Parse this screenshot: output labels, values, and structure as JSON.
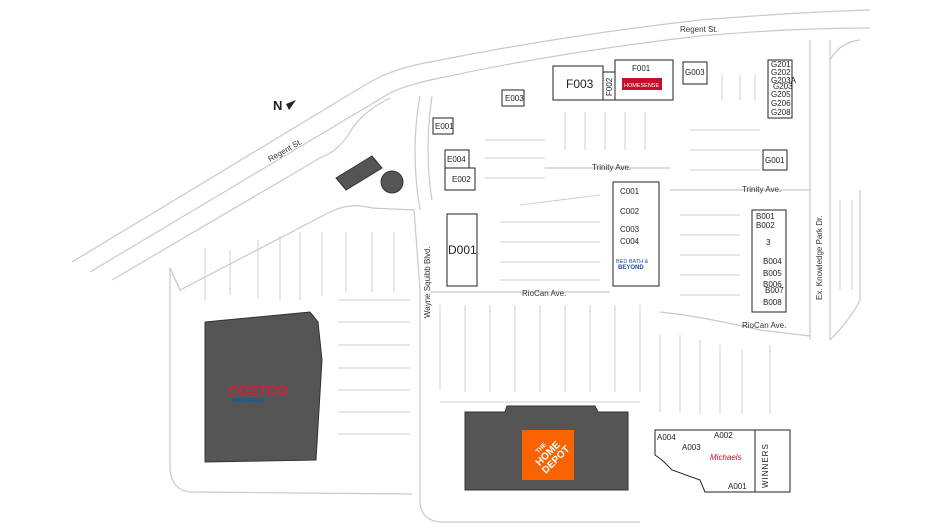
{
  "north_label": "N",
  "streets": {
    "regent_top": "Regent St.",
    "regent_left": "Regent St.",
    "trinity_mid": "Trinity Ave.",
    "trinity_right": "Trinity Ave.",
    "wayne_squibb": "Wayne Squibb Blvd.",
    "riocan_mid": "RioCan Ave.",
    "riocan_right": "RioCan Ave.",
    "knowledge_park": "Ex. Knowledge Park Dr."
  },
  "units": {
    "F001": "F001",
    "F002": "F002",
    "F003": "F003",
    "G003": "G003",
    "G201": "G201",
    "G202": "G202",
    "G203A": "G203A",
    "G203": "G203",
    "G205": "G205",
    "G206": "G206",
    "G208": "G208",
    "G001": "G001",
    "E001": "E001",
    "E003": "E003",
    "E004": "E004",
    "E002": "E002",
    "D001": "D001",
    "C001": "C001",
    "C002": "C002",
    "C003": "C003",
    "C004": "C004",
    "B001": "B001",
    "B002": "B002",
    "B3": "3",
    "B004": "B004",
    "B005": "B005",
    "B006": "B006",
    "B007": "B007",
    "B008": "B008",
    "A001": "A001",
    "A002": "A002",
    "A003": "A003",
    "A004": "A004"
  },
  "tenants": {
    "homesense": "HOMESENSE",
    "costco": "COSTCO",
    "costco_sub": "WHOLESALE",
    "bbb_1": "BED BATH &",
    "bbb_2": "BEYOND",
    "home_depot_1": "THE",
    "home_depot_2": "HOME",
    "home_depot_3": "DEPOT",
    "michaels": "Michaels",
    "winners": "WINNERS"
  },
  "colors": {
    "anchor_building": "#555555",
    "homesense_red": "#c8102e",
    "costco_red": "#e31837",
    "costco_blue": "#005daa",
    "home_depot_orange": "#f96302",
    "bbb_blue": "#1f4fa3",
    "michaels_red": "#c8102e"
  }
}
